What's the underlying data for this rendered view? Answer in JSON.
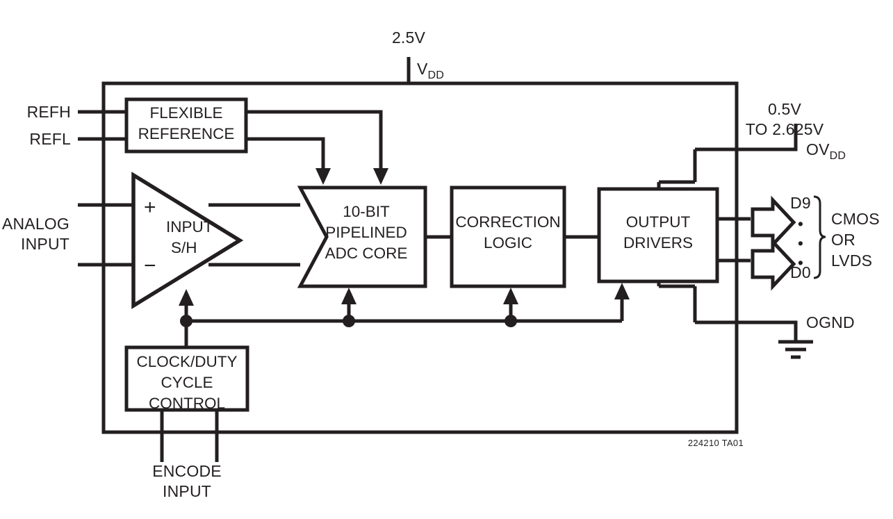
{
  "diagram": {
    "title": "ADC Block Diagram",
    "part_label": "224210 TA01",
    "supplies": {
      "vdd_value": "2.5V",
      "vdd_name": "V",
      "vdd_sub": "DD",
      "ovdd_value_line1": "0.5V",
      "ovdd_value_line2": "TO 2.625V",
      "ovdd_name": "OV",
      "ovdd_sub": "DD",
      "ogND_name": "OGND"
    },
    "inputs": {
      "refh": "REFH",
      "refl": "REFL",
      "analog_line1": "ANALOG",
      "analog_line2": "INPUT",
      "plus": "+",
      "minus": "−",
      "encode_line1": "ENCODE",
      "encode_line2": "INPUT"
    },
    "blocks": [
      {
        "id": "flexible-reference",
        "line1": "FLEXIBLE",
        "line2": "REFERENCE"
      },
      {
        "id": "input-sh",
        "line1": "INPUT",
        "line2": "S/H"
      },
      {
        "id": "adc-core",
        "line1": "10-BIT",
        "line2": "PIPELINED",
        "line3": "ADC CORE"
      },
      {
        "id": "correction-logic",
        "line1": "CORRECTION",
        "line2": "LOGIC"
      },
      {
        "id": "output-drivers",
        "line1": "OUTPUT",
        "line2": "DRIVERS"
      },
      {
        "id": "clock-duty-cycle-control",
        "line1": "CLOCK/DUTY",
        "line2": "CYCLE",
        "line3": "CONTROL"
      }
    ],
    "outputs": {
      "msb": "D9",
      "lsb": "D0",
      "dots": "•",
      "type_line1": "CMOS",
      "type_line2": "OR",
      "type_line3": "LVDS"
    },
    "colors": {
      "ink": "#231f20",
      "background": "#ffffff"
    }
  }
}
